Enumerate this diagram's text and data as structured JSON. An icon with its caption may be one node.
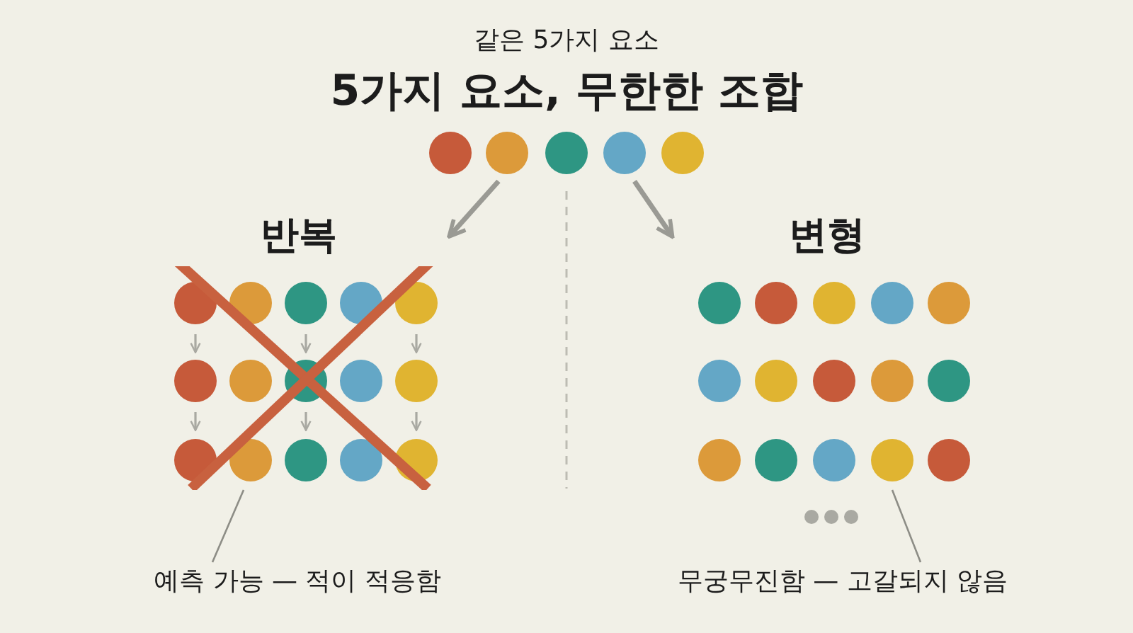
{
  "diagram": {
    "title": "5가지 요소, 무한한 조합",
    "nodes": [
      {
        "text": [],
        "shape": "picture"
      },
      {
        "text": [
          "반복"
        ]
      },
      {
        "text": [
          "변형"
        ]
      },
      {
        "text": [
          "예측 가능 — 적이 적응함"
        ]
      },
      {
        "text": [
          "무궁무진함 — 고갈되지 않음"
        ]
      }
    ],
    "edges": [
      {
        "from": 0,
        "to": 1,
        "arrow": "to",
        "style": "thick"
      },
      {
        "from": 0,
        "to": 2,
        "arrow": "to",
        "style": "thick"
      },
      {
        "from": 3,
        "to": 1,
        "arrow": "none"
      },
      {
        "from": 4,
        "to": 2,
        "arrow": "none"
      }
    ],
    "labels": [
      "같은 5가지 요소"
    ]
  }
}
